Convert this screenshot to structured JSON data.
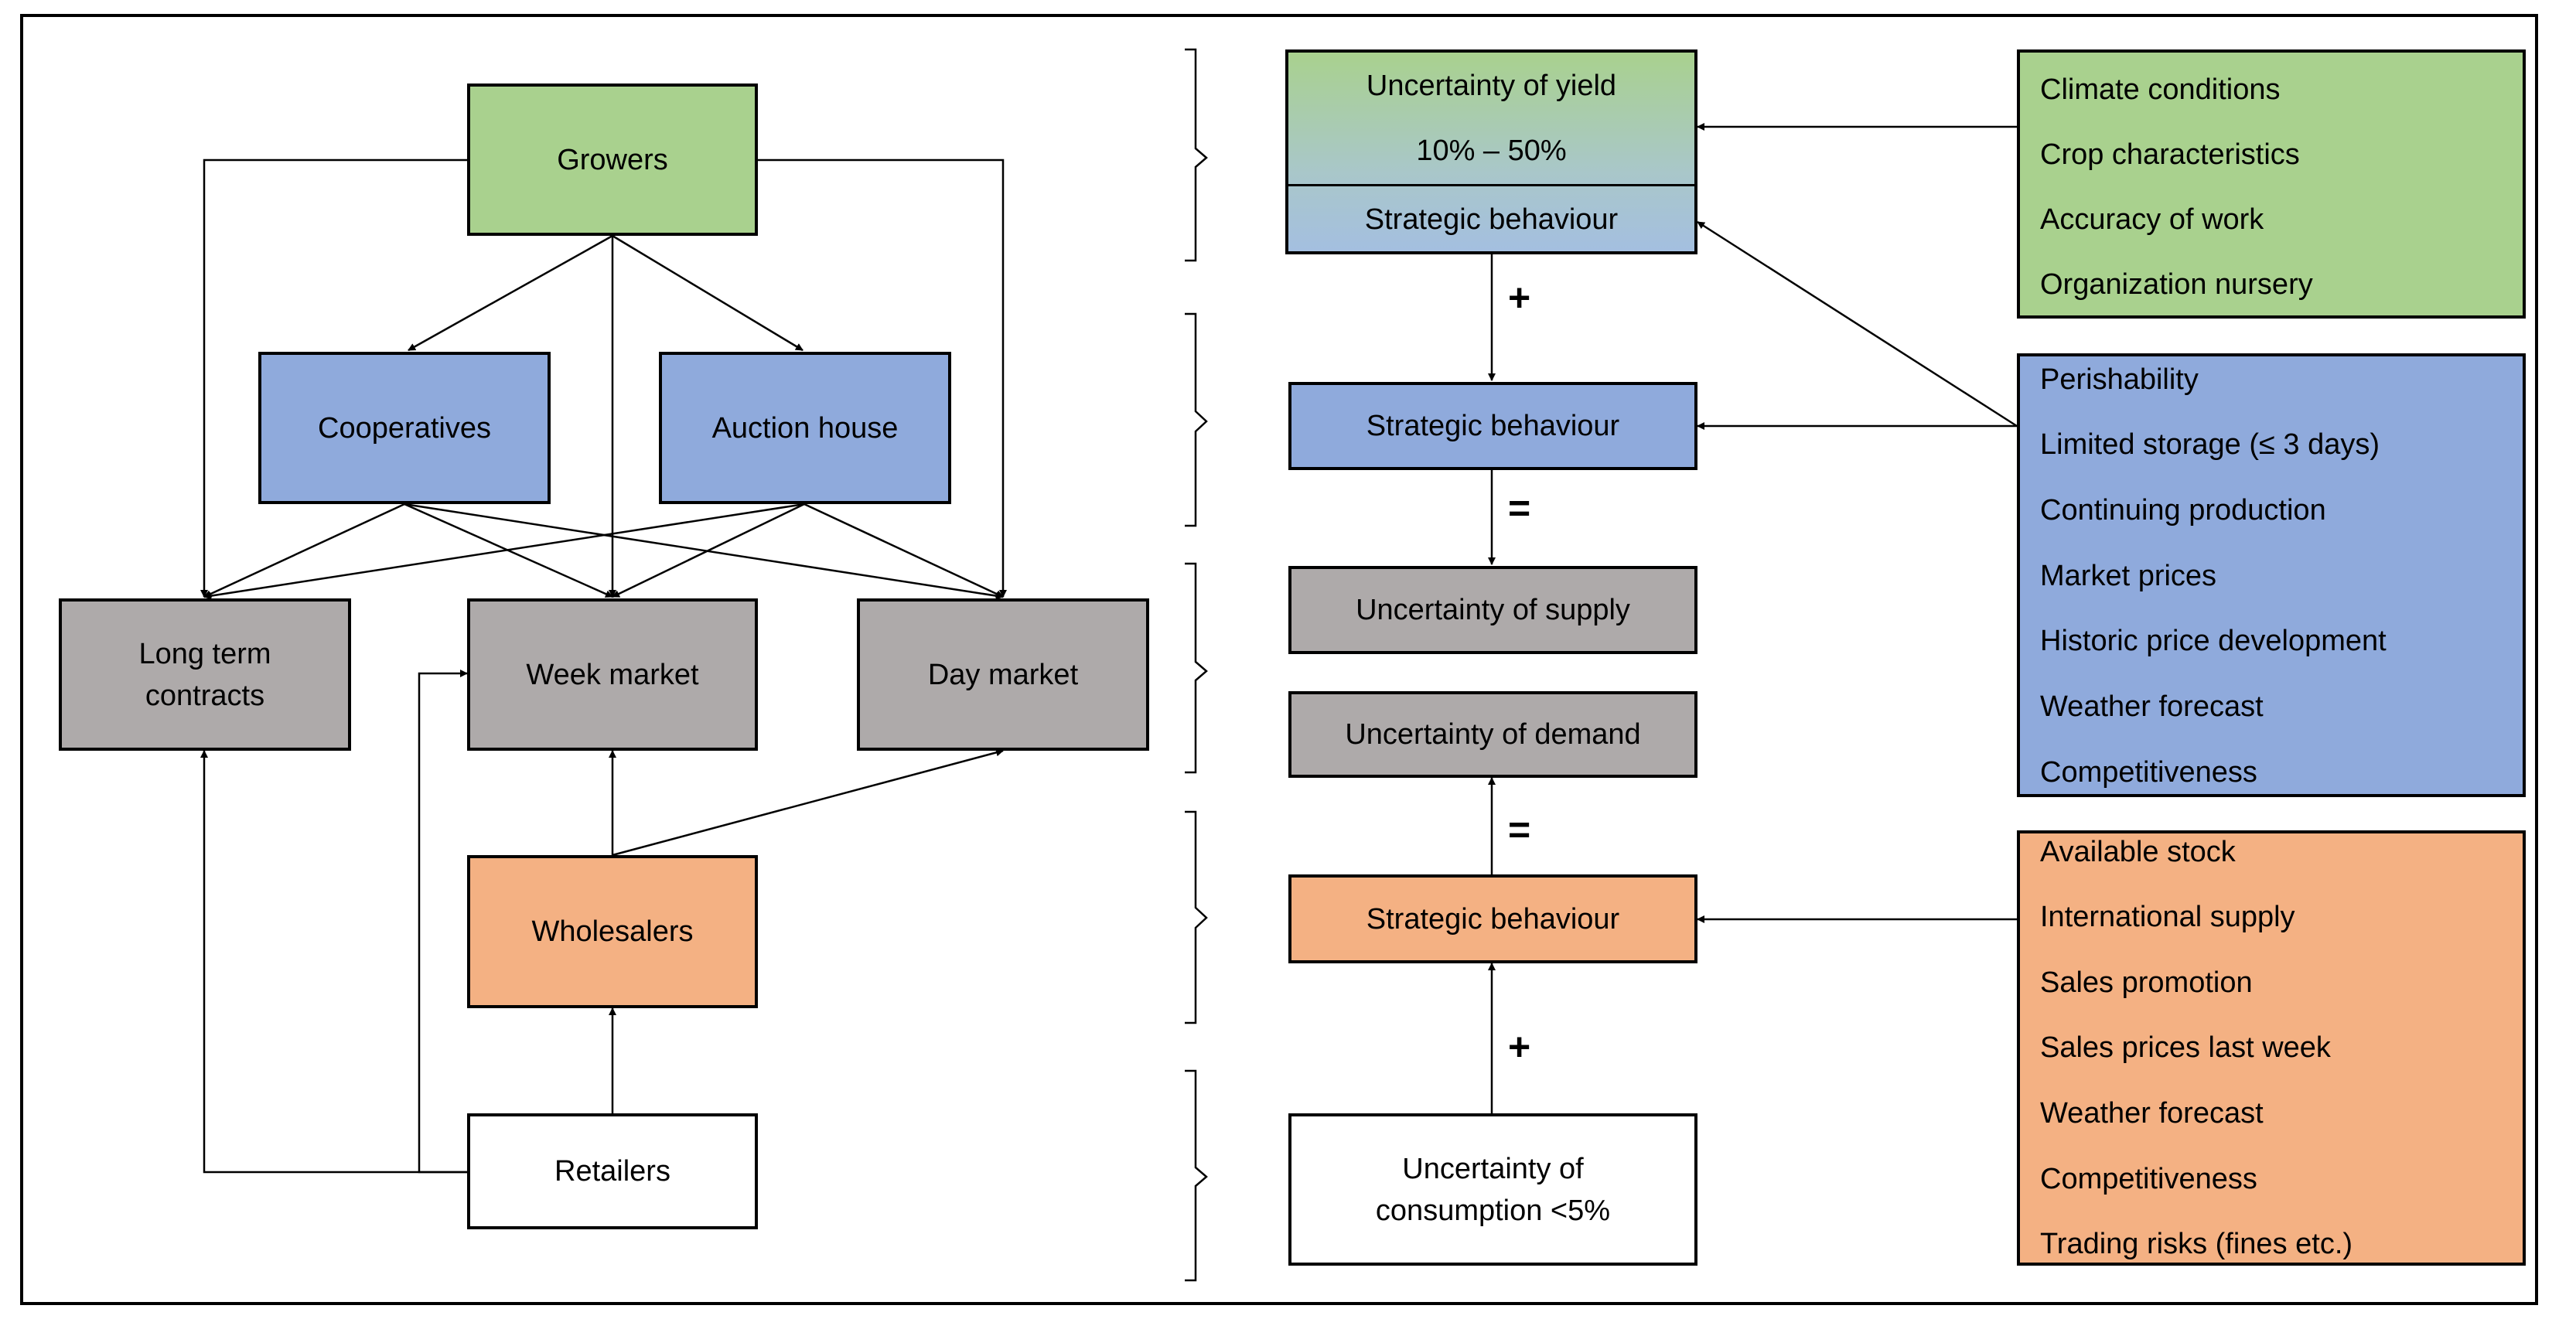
{
  "actors": {
    "growers": "Growers",
    "cooperatives": "Cooperatives",
    "auction_house": "Auction house",
    "long_term_contracts": "Long term\ncontracts",
    "week_market": "Week market",
    "day_market": "Day market",
    "wholesalers": "Wholesalers",
    "retailers": "Retailers"
  },
  "uncertainty": {
    "yield_title": "Uncertainty of yield",
    "yield_range": "10% – 50%",
    "yield_strategic": "Strategic behaviour",
    "strategic_growers": "Strategic behaviour",
    "supply": "Uncertainty of supply",
    "demand": "Uncertainty of demand",
    "strategic_wholesalers": "Strategic behaviour",
    "consumption": "Uncertainty of\nconsumption <5%"
  },
  "operators": {
    "plus_top": "+",
    "equals_top": "=",
    "equals_bottom": "=",
    "plus_bottom": "+"
  },
  "factors": {
    "growers": [
      "Climate conditions",
      "Crop characteristics",
      "Accuracy of work",
      "Organization nursery"
    ],
    "cooperatives_auction": [
      "Perishability",
      "Limited storage (≤ 3 days)",
      "Continuing production",
      "Market prices",
      "Historic price development",
      "Weather forecast",
      "Competitiveness"
    ],
    "wholesalers": [
      "Available stock",
      "International supply",
      "Sales promotion",
      "Sales prices last week",
      "Weather forecast",
      "Competitiveness",
      "Trading risks (fines etc.)"
    ]
  },
  "colors": {
    "growers": "#a9d18e",
    "intermediaries": "#8faadc",
    "markets": "#aeaaaa",
    "wholesalers": "#f4b183",
    "retailers": "#ffffff"
  }
}
